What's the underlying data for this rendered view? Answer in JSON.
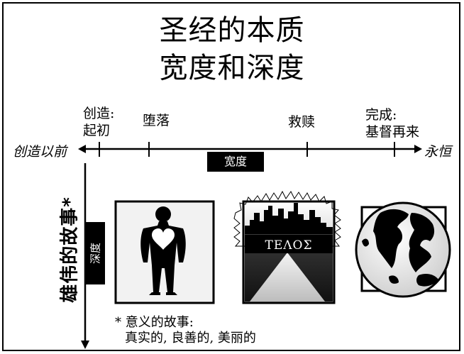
{
  "title": {
    "line1": "圣经的本质",
    "line2": "宽度和深度"
  },
  "timeline": {
    "start_label": "创造以前",
    "end_label": "永恒",
    "width_label": "宽度",
    "points": [
      {
        "line1": "创造:",
        "line2": "起初"
      },
      {
        "line1": "堕落",
        "line2": ""
      },
      {
        "line1": "救赎",
        "line2": ""
      },
      {
        "line1": "完成:",
        "line2": "基督再来"
      }
    ]
  },
  "vertical": {
    "title": "雄伟的故事*",
    "depth_label": "深度"
  },
  "images": {
    "person_icon": "person-with-heart-icon",
    "telos_text": "ΤΕΛΟΣ",
    "globe_icon": "globe-icon"
  },
  "footnote": {
    "line1": "* 意义的故事:",
    "line2": "真实的, 良善的, 美丽的"
  }
}
